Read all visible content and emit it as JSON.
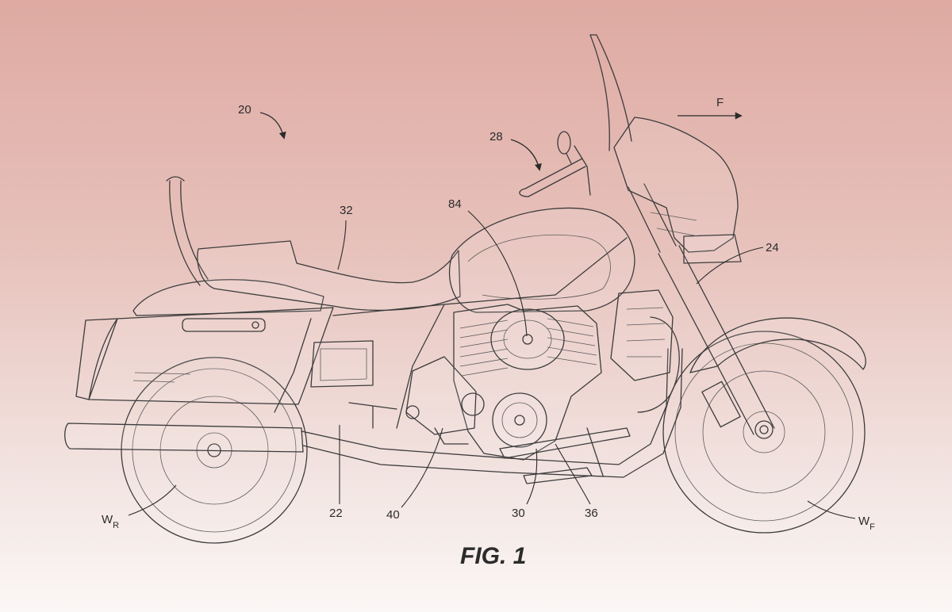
{
  "figure": {
    "caption": "FIG. 1",
    "reference_numerals": {
      "vehicle": "20",
      "frame": "22",
      "fairing": "24",
      "handlebar": "28",
      "engine_lower": "30",
      "seat": "32",
      "footrest": "36",
      "transmission": "40",
      "engine": "84",
      "direction": "F"
    },
    "wheel_labels": {
      "rear_main": "W",
      "rear_sub": "R",
      "front_main": "W",
      "front_sub": "F"
    }
  },
  "colors": {
    "background_top": "#deaaa2",
    "background_bottom": "#fbf7f6",
    "ink": "#3c3c3c"
  }
}
